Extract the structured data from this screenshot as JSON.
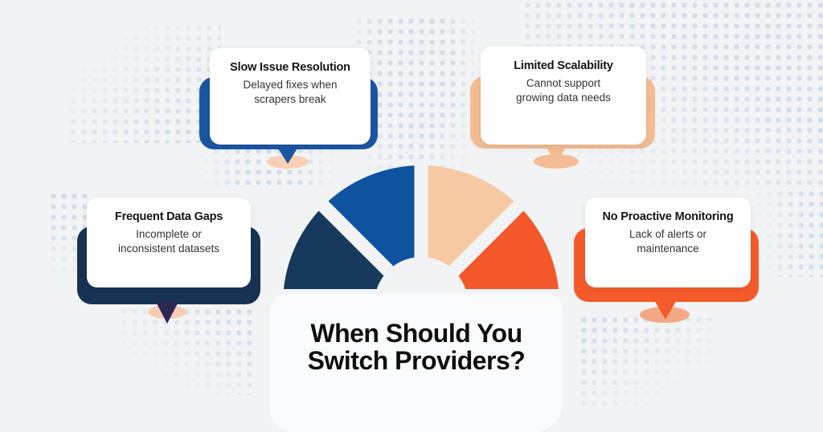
{
  "title": {
    "lines": [
      "When Should You",
      "Switch Providers?"
    ]
  },
  "callouts": [
    {
      "id": "slow-issue-resolution",
      "title": "Slow Issue Resolution",
      "body_lines": [
        "Delayed fixes when",
        "scrapers break"
      ],
      "accent_color": "#1b55a2",
      "position": "top-left"
    },
    {
      "id": "limited-scalability",
      "title": "Limited Scalability",
      "body_lines": [
        "Cannot support",
        "growing data needs"
      ],
      "accent_color": "#f3bc92",
      "position": "top-right"
    },
    {
      "id": "frequent-data-gaps",
      "title": "Frequent Data Gaps",
      "body_lines": [
        "Incomplete or",
        "inconsistent datasets"
      ],
      "accent_color": "#173252",
      "position": "left",
      "tail_color": "#2a2757"
    },
    {
      "id": "no-proactive-monitoring",
      "title": "No Proactive Monitoring",
      "body_lines": [
        "Lack of alerts or",
        "maintenance"
      ],
      "accent_color": "#f55b2a",
      "position": "right"
    }
  ],
  "gauge": {
    "type": "semicircle-donut",
    "segments": [
      {
        "name": "navy",
        "color": "#17395e"
      },
      {
        "name": "blue",
        "color": "#0e52a0"
      },
      {
        "name": "peach",
        "color": "#f7c9a3"
      },
      {
        "name": "orange",
        "color": "#f4582a"
      }
    ]
  },
  "colors": {
    "background": "#f2f3f4",
    "dot_pattern": "#d2ddeb",
    "center_panel": "#fafbfc",
    "headline_text": "#0f0f0f",
    "card_background": "#ffffff",
    "card_title_text": "#141414",
    "card_body_text": "#333333",
    "shadow_ellipse_peach": "#f6cfb6"
  }
}
